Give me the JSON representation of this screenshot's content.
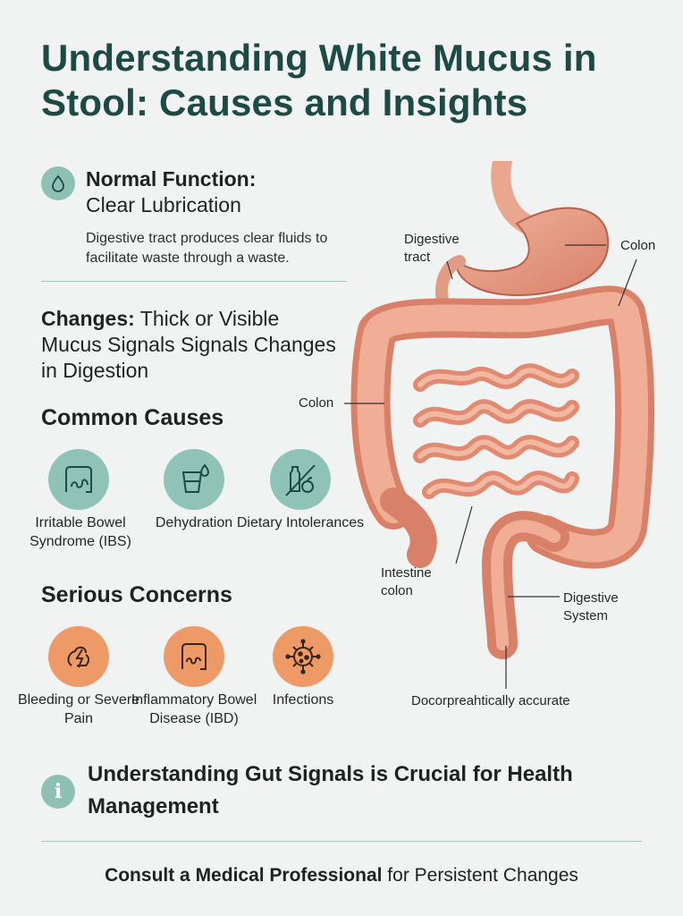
{
  "title": "Understanding White Mucus in Stool: Causes and Insights",
  "normal_function": {
    "label": "Normal Function:",
    "subtitle": "Clear Lubrication",
    "description": "Digestive tract produces clear fluids to facilitate waste through a waste.",
    "icon": "droplet-icon"
  },
  "changes": {
    "label": "Changes:",
    "text": "Thick or Visible Mucus Signals Signals Changes in Digestion"
  },
  "common_causes": {
    "heading": "Common Causes",
    "items": [
      {
        "label": "Irritable Bowel Syndrome (IBS)",
        "icon": "intestine-icon"
      },
      {
        "label": "Dehydration",
        "icon": "water-glass-icon"
      },
      {
        "label": "Dietary Intolerances",
        "icon": "food-intolerance-icon"
      }
    ]
  },
  "serious_concerns": {
    "heading": "Serious Concerns",
    "items": [
      {
        "label": "Bleeding or Severe Pain",
        "icon": "pain-bolt-icon"
      },
      {
        "label": "Inflammatory Bowel Disease (IBD)",
        "icon": "colon-icon"
      },
      {
        "label": "Infections",
        "icon": "virus-icon"
      }
    ]
  },
  "anatomy_labels": {
    "digestive_tract": "Digestive tract",
    "colon_top": "Colon",
    "colon_left": "Colon",
    "intestine_colon": "Intestine colon",
    "digestive_system": "Digestive System",
    "caption": "Docorpreahtically accurate"
  },
  "summary": "Understanding Gut Signals is Crucial for Health Management",
  "footer": {
    "bold": "Consult a Medical Professional",
    "rest": " for Persistent Changes"
  },
  "colors": {
    "title": "#1d4a44",
    "teal": "#8fc3b8",
    "orange": "#ee9a66",
    "tissue": "#e59a80"
  }
}
